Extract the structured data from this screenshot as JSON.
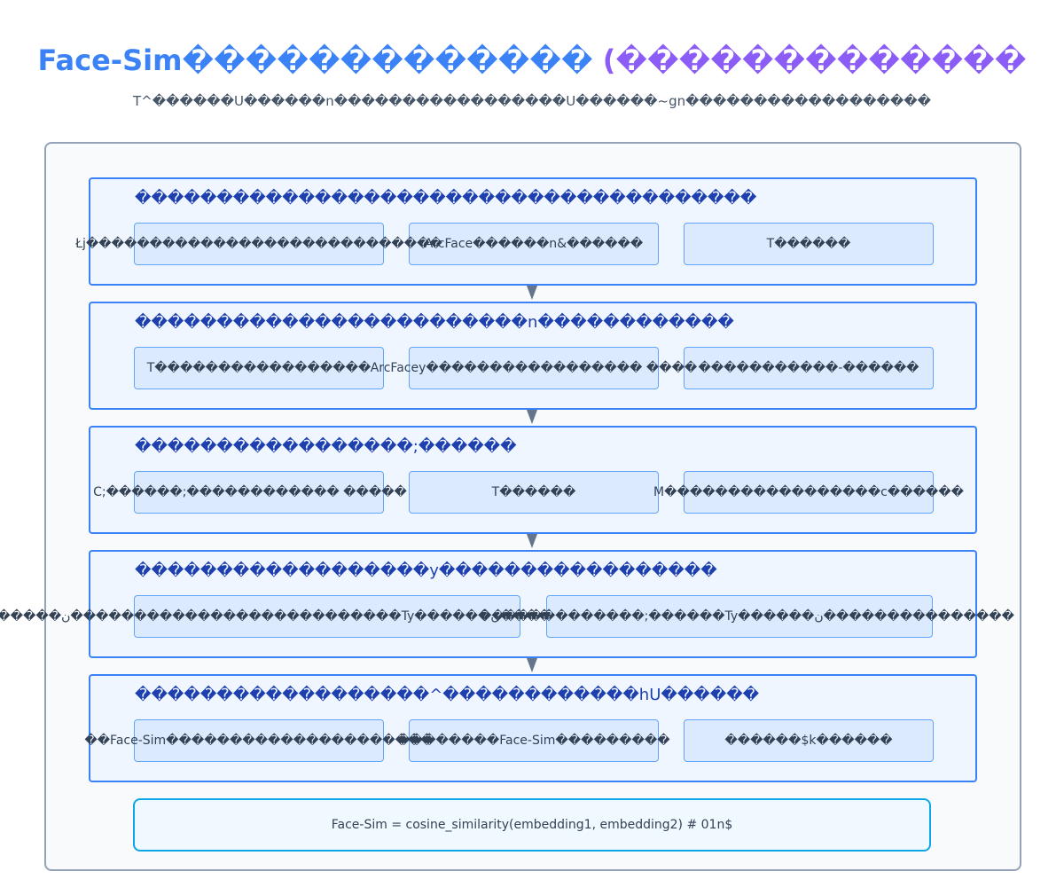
{
  "title_part1": "Face-Sim�������������",
  "title_part2": " (�������������",
  "subtitle": "T^������U������n�����������������U������~gn������������������",
  "stages": [
    {
      "title": "��������������������������������������",
      "boxes": [
        "Łj����������������������������",
        "ArcFace������n&������",
        "T������"
      ]
    },
    {
      "title": "������������������������n������������",
      "boxes": [
        "T�����������������",
        "ArcFacey�����������������  ����",
        "�����������-������"
      ]
    },
    {
      "title": "�����������������;������",
      "boxes": [
        "C;������;������������  �����",
        "T������",
        "M�����������������c������"
      ]
    },
    {
      "title": "������������������y�����������������",
      "boxes": [
        "������ن��������������������������Ty������ن����",
        "�������������;������Ty������ن���������������"
      ]
    },
    {
      "title": "������������������^������������hU������",
      "boxes": [
        "��Face-Sim���������������������",
        "��������Face-Sim���������",
        "������$k������"
      ]
    }
  ],
  "formula": "Face-Sim = cosine_similarity(embedding1, embedding2) # 01n$",
  "colors": {
    "title_blue": "#3b82f6",
    "title_purple": "#8b5cf6",
    "stage_border": "#3b82f6",
    "stage_fill": "#eff6ff",
    "box_fill": "#dbeafe",
    "arrow": "#64748b",
    "formula_border": "#0ea5e9"
  }
}
